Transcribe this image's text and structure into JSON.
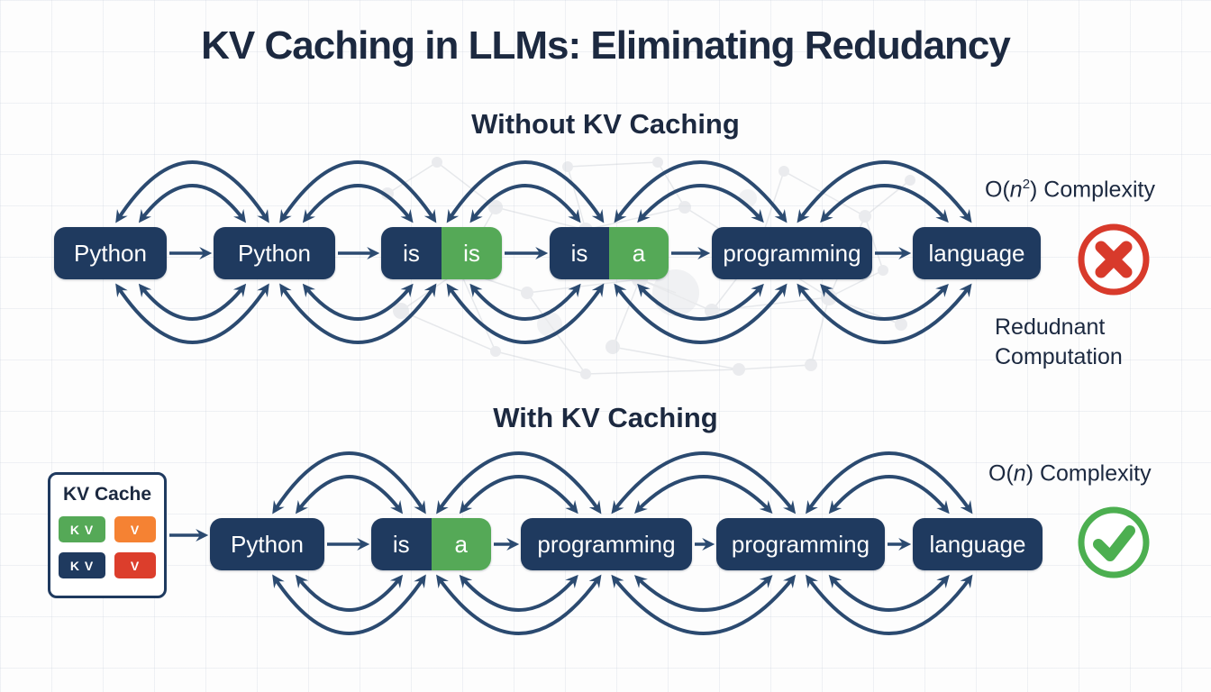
{
  "title": "KV Caching in LLMs: Eliminating Redudancy",
  "colors": {
    "token_navy": "#1f3a5f",
    "token_green": "#55a957",
    "arrow": "#2b4a70",
    "heading": "#1c2940",
    "cross_red": "#d83a2b",
    "check_green": "#4caf50"
  },
  "sections": [
    {
      "heading": "Without KV Caching",
      "complexity": {
        "pre": "O(",
        "variable": "n",
        "sup": "2",
        "post": ") Complexity"
      },
      "status_icon": "cross-icon",
      "note_line1": "Redudnant",
      "note_line2": "Computation",
      "tokens": [
        {
          "label": "Python"
        },
        {
          "label": "Python"
        },
        {
          "left": "is",
          "right": "is"
        },
        {
          "left": "is",
          "right": "a"
        },
        {
          "label": "programming"
        },
        {
          "label": "language"
        }
      ]
    },
    {
      "heading": "With KV Caching",
      "complexity": {
        "pre": "O(",
        "variable": "n",
        "sup": "",
        "post": ") Complexity"
      },
      "status_icon": "check-icon",
      "tokens": [
        {
          "label": "Python"
        },
        {
          "left": "is",
          "right": "a"
        },
        {
          "label": "programming"
        },
        {
          "label": "programming"
        },
        {
          "label": "language"
        }
      ]
    }
  ],
  "kv_cache": {
    "title": "KV Cache",
    "chips": [
      {
        "label": "K V",
        "color": "#55a957"
      },
      {
        "label": "V",
        "color": "#f58233"
      },
      {
        "label": "K V",
        "color": "#1f3a5f"
      },
      {
        "label": "V",
        "color": "#dc3e2c"
      }
    ]
  }
}
